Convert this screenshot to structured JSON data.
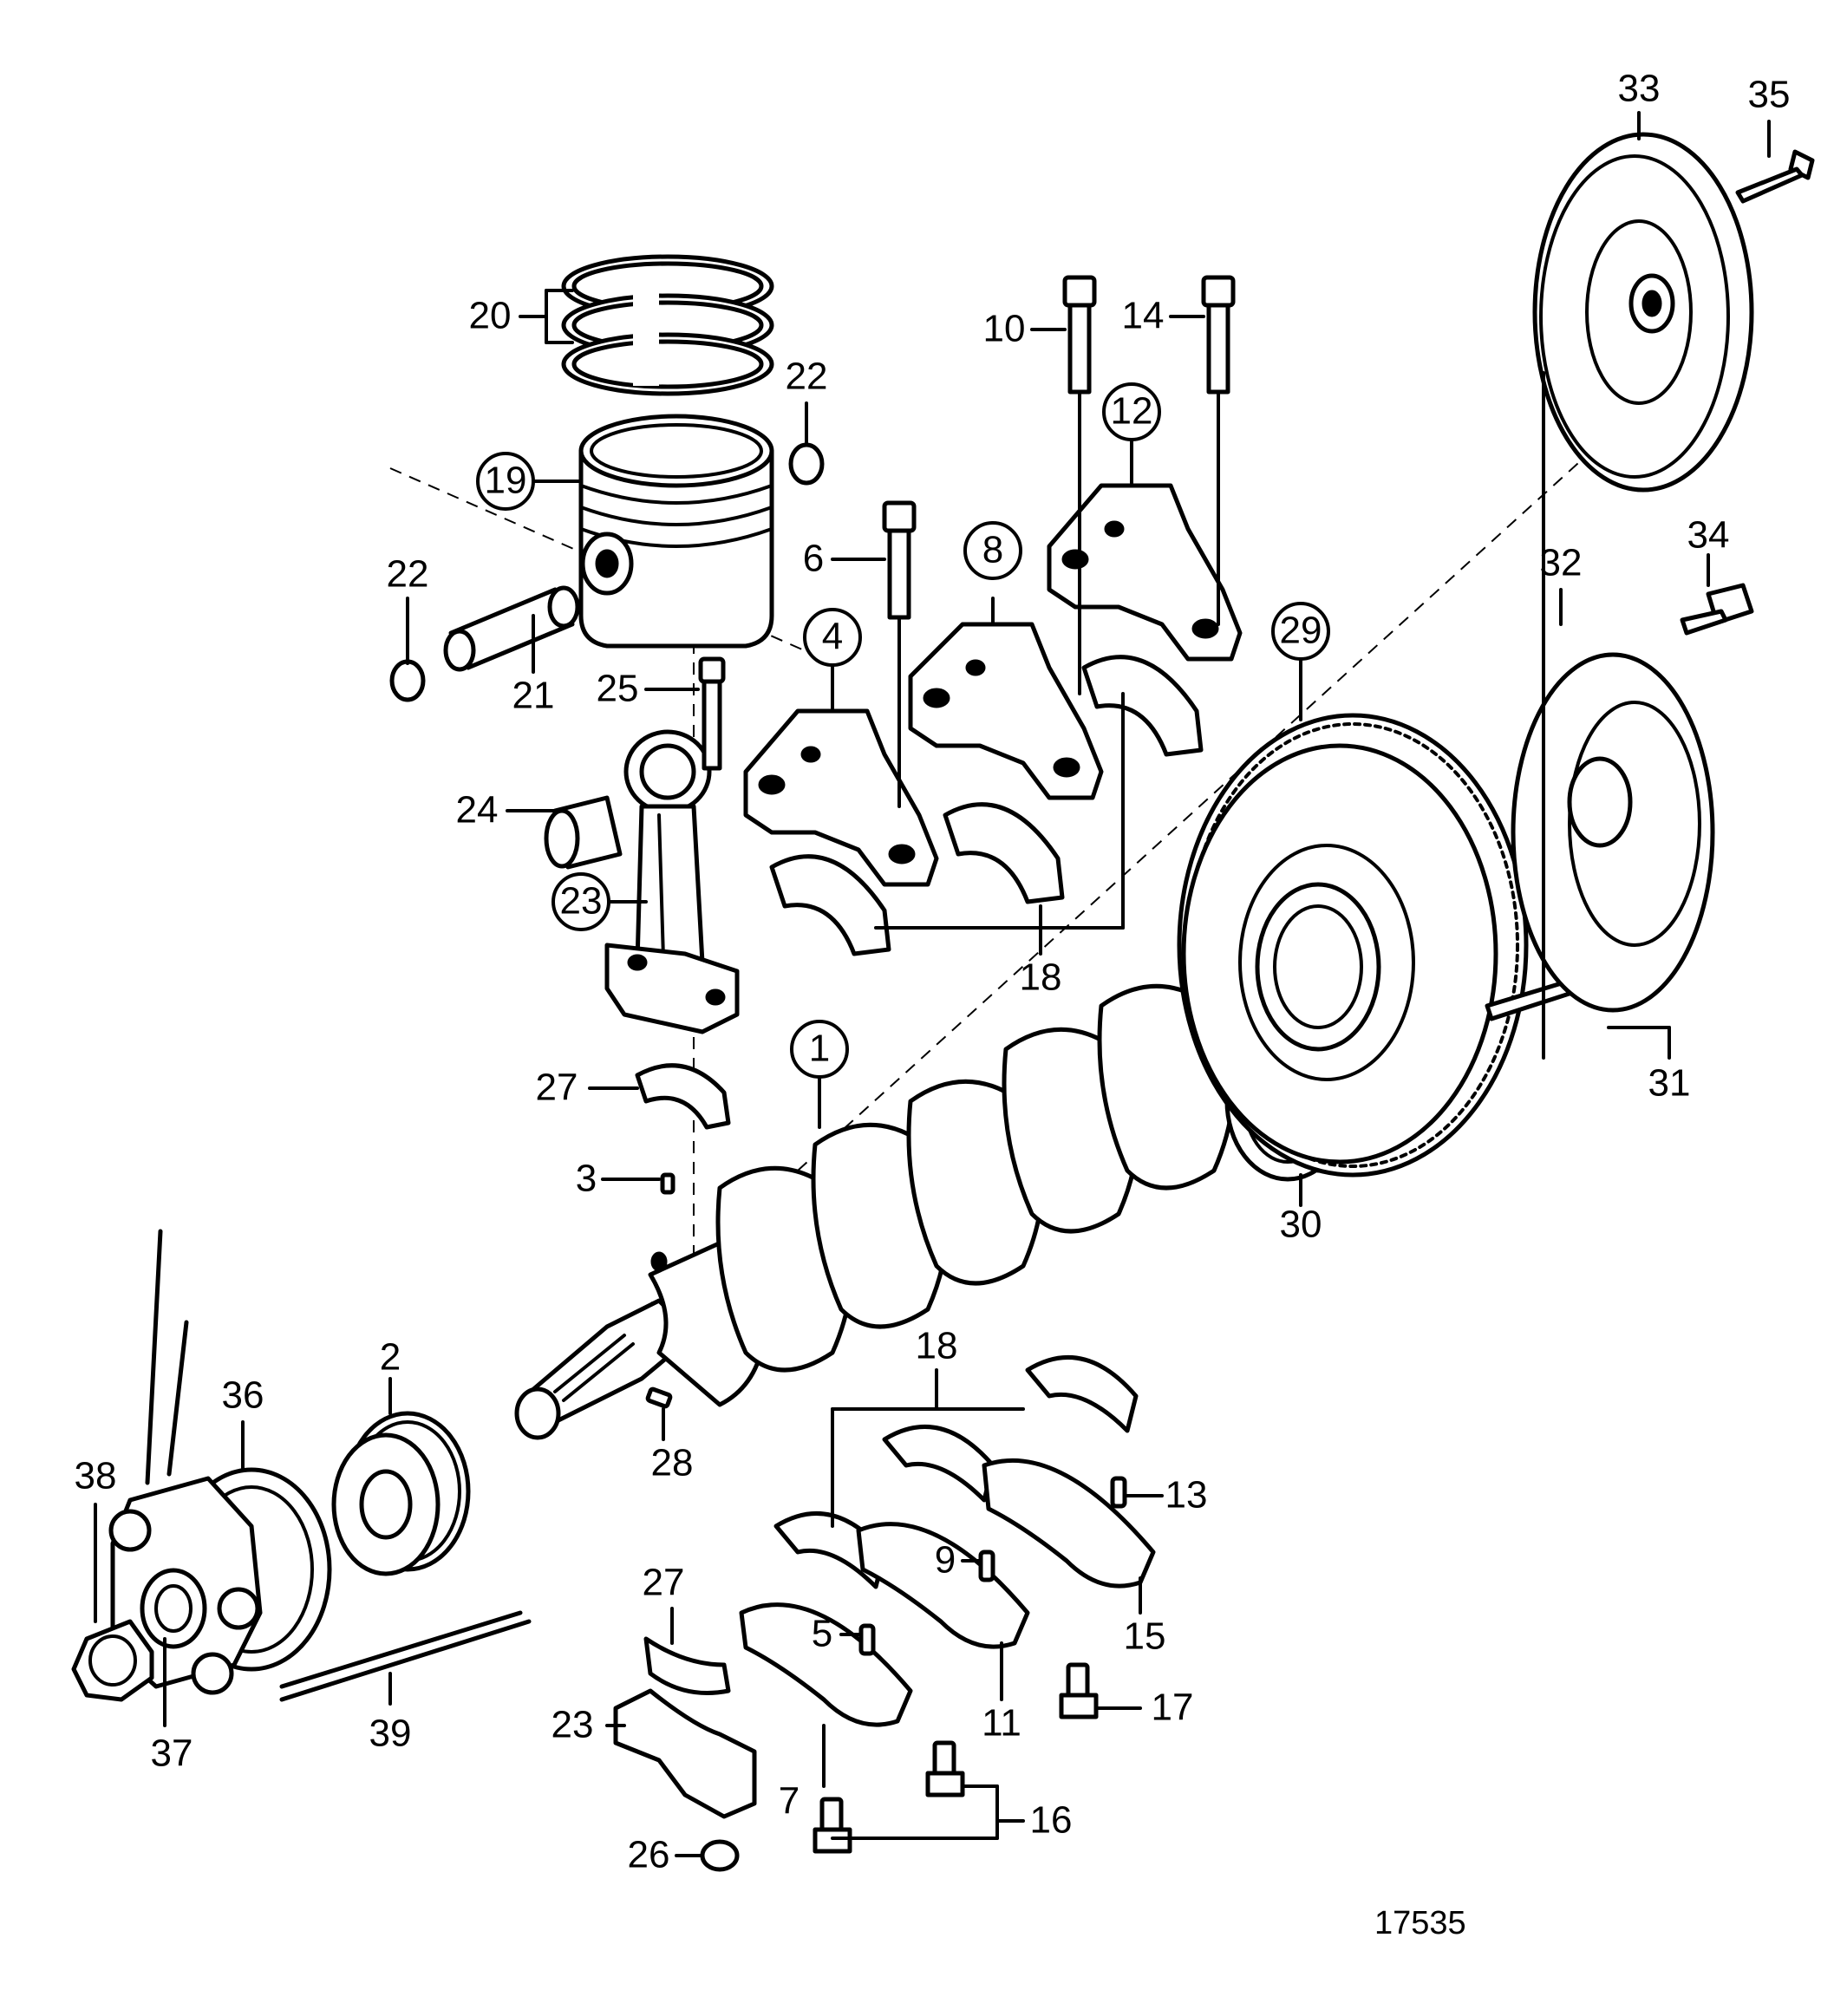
{
  "figure_number": "17535",
  "labels": {
    "l1": "1",
    "l2": "2",
    "l3": "3",
    "l4": "4",
    "l5": "5",
    "l6": "6",
    "l7": "7",
    "l8": "8",
    "l9": "9",
    "l10": "10",
    "l11": "11",
    "l12": "12",
    "l13": "13",
    "l14": "14",
    "l15": "15",
    "l16": "16",
    "l17": "17",
    "l18a": "18",
    "l18b": "18",
    "l19": "19",
    "l20": "20",
    "l21": "21",
    "l22a": "22",
    "l22b": "22",
    "l23a": "23",
    "l23b": "23",
    "l24": "24",
    "l25": "25",
    "l26": "26",
    "l27a": "27",
    "l27b": "27",
    "l28": "28",
    "l29": "29",
    "l30": "30",
    "l31": "31",
    "l32": "32",
    "l33": "33",
    "l34": "34",
    "l35": "35",
    "l36": "36",
    "l37": "37",
    "l38": "38",
    "l39": "39"
  },
  "circled_labels": [
    "1",
    "4",
    "8",
    "12",
    "19",
    "23",
    "29"
  ]
}
